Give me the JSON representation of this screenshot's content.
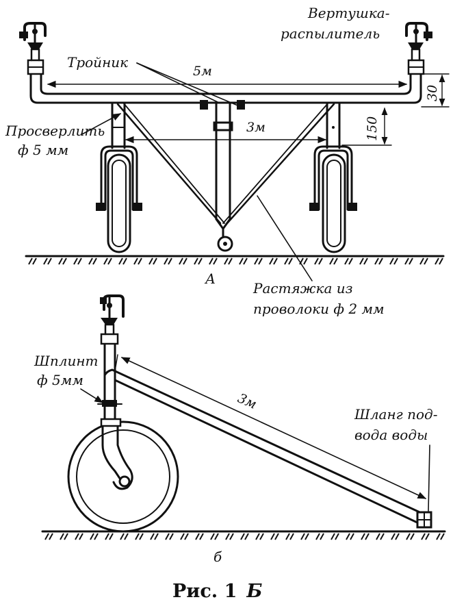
{
  "figure": {
    "caption": {
      "prefix": "Рис. 1",
      "letter": "Б"
    },
    "view_a": {
      "letter": "А",
      "labels": {
        "sprinkler": [
          "Вертушка-",
          "распылитель"
        ],
        "tee": "Тройник",
        "drill": [
          "Просверлить",
          "ф 5 мм"
        ],
        "guy_wire": [
          "Растяжка из",
          "проволоки ф 2 мм"
        ]
      },
      "dimensions": {
        "overall_length": "5м",
        "inner_span": "3м",
        "top_height": "30",
        "wheel_height": "150"
      }
    },
    "view_b": {
      "letter": "б",
      "labels": {
        "cotter_pin": [
          "Шплинт",
          "ф 5мм"
        ],
        "hose": [
          "Шланг под-",
          "вода воды"
        ]
      },
      "dimensions": {
        "pipe_length": "3м"
      }
    }
  }
}
